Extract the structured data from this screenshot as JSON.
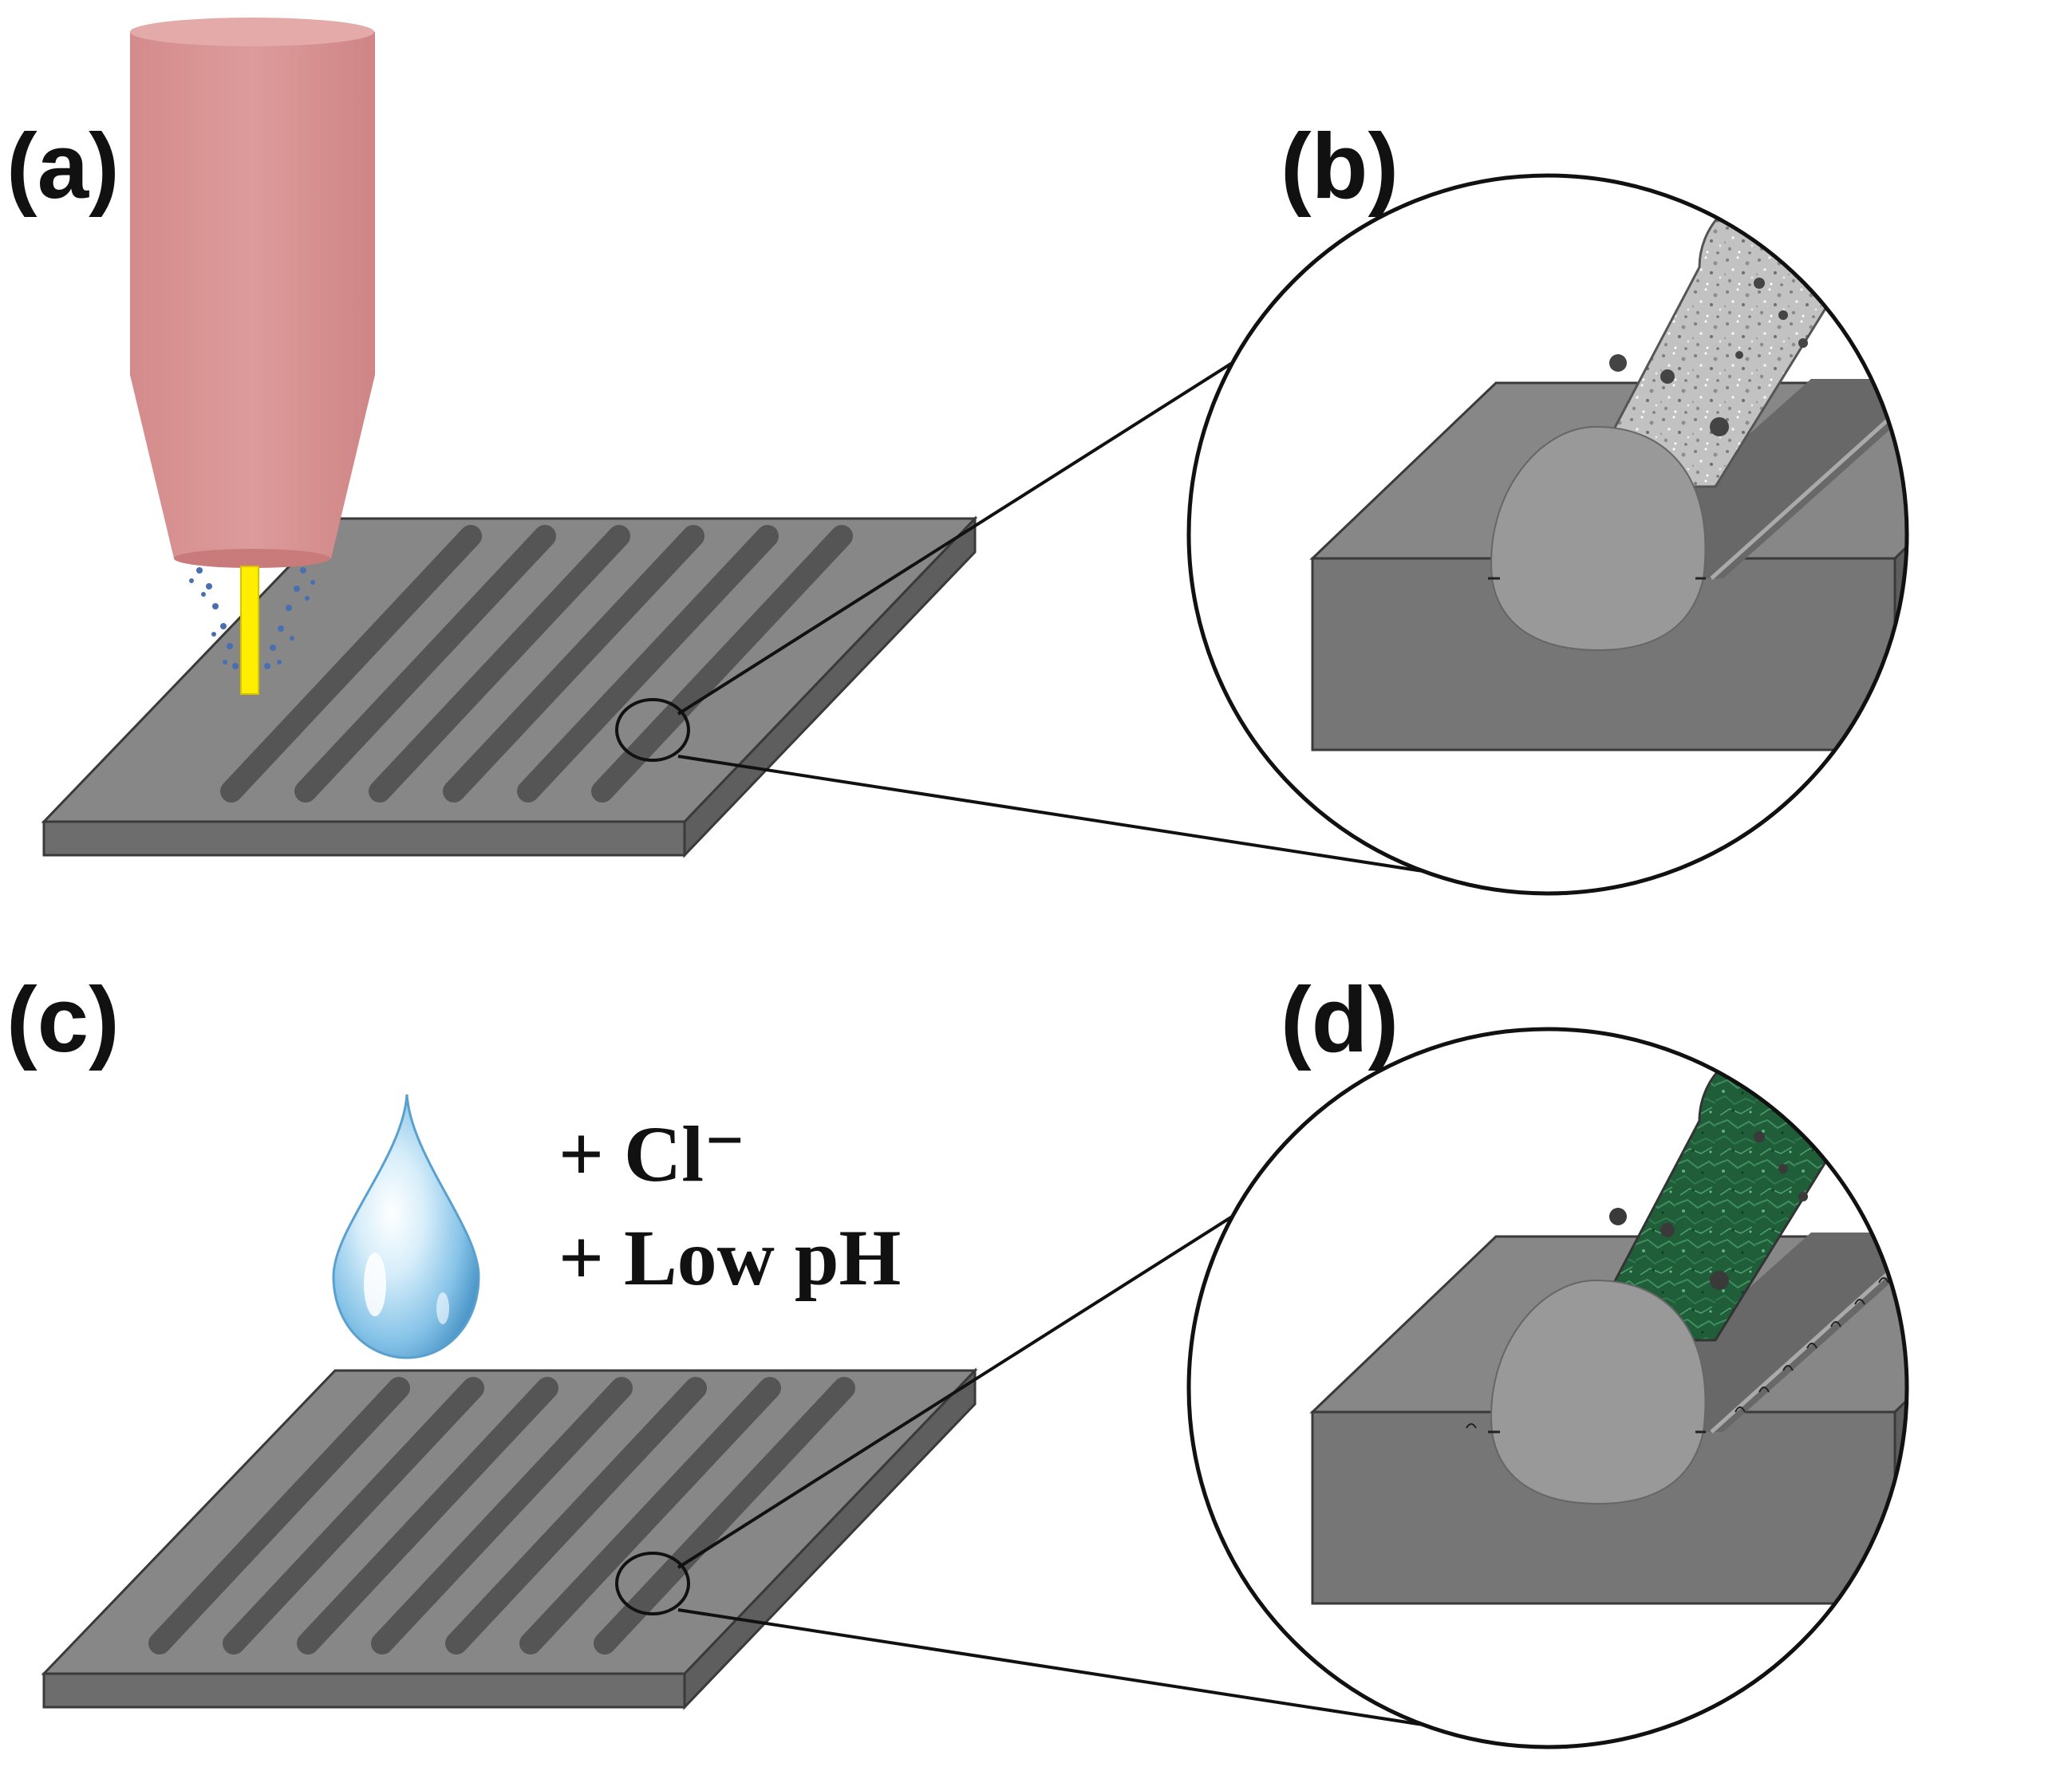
{
  "panels": {
    "a": {
      "label": "(a)"
    },
    "b": {
      "label": "(b)"
    },
    "c": {
      "label": "(c)"
    },
    "d": {
      "label": "(d)"
    }
  },
  "annotation": {
    "line1": "+ Cl⁻",
    "line2": "+ Low pH"
  },
  "colors": {
    "plate_top": "#858585",
    "plate_side": "#6d6d6d",
    "groove": "#555555",
    "nozzle": "#d99494",
    "laser": "#ffee00",
    "powder": "#4a6fb0",
    "track_coated": "#b9b9b9",
    "track_corroded": "#1f5e38",
    "droplet": "#7fbfe6"
  },
  "icons": {
    "nozzle": "deposition-nozzle-icon",
    "laser": "laser-beam-icon",
    "droplet": "water-droplet-icon"
  }
}
